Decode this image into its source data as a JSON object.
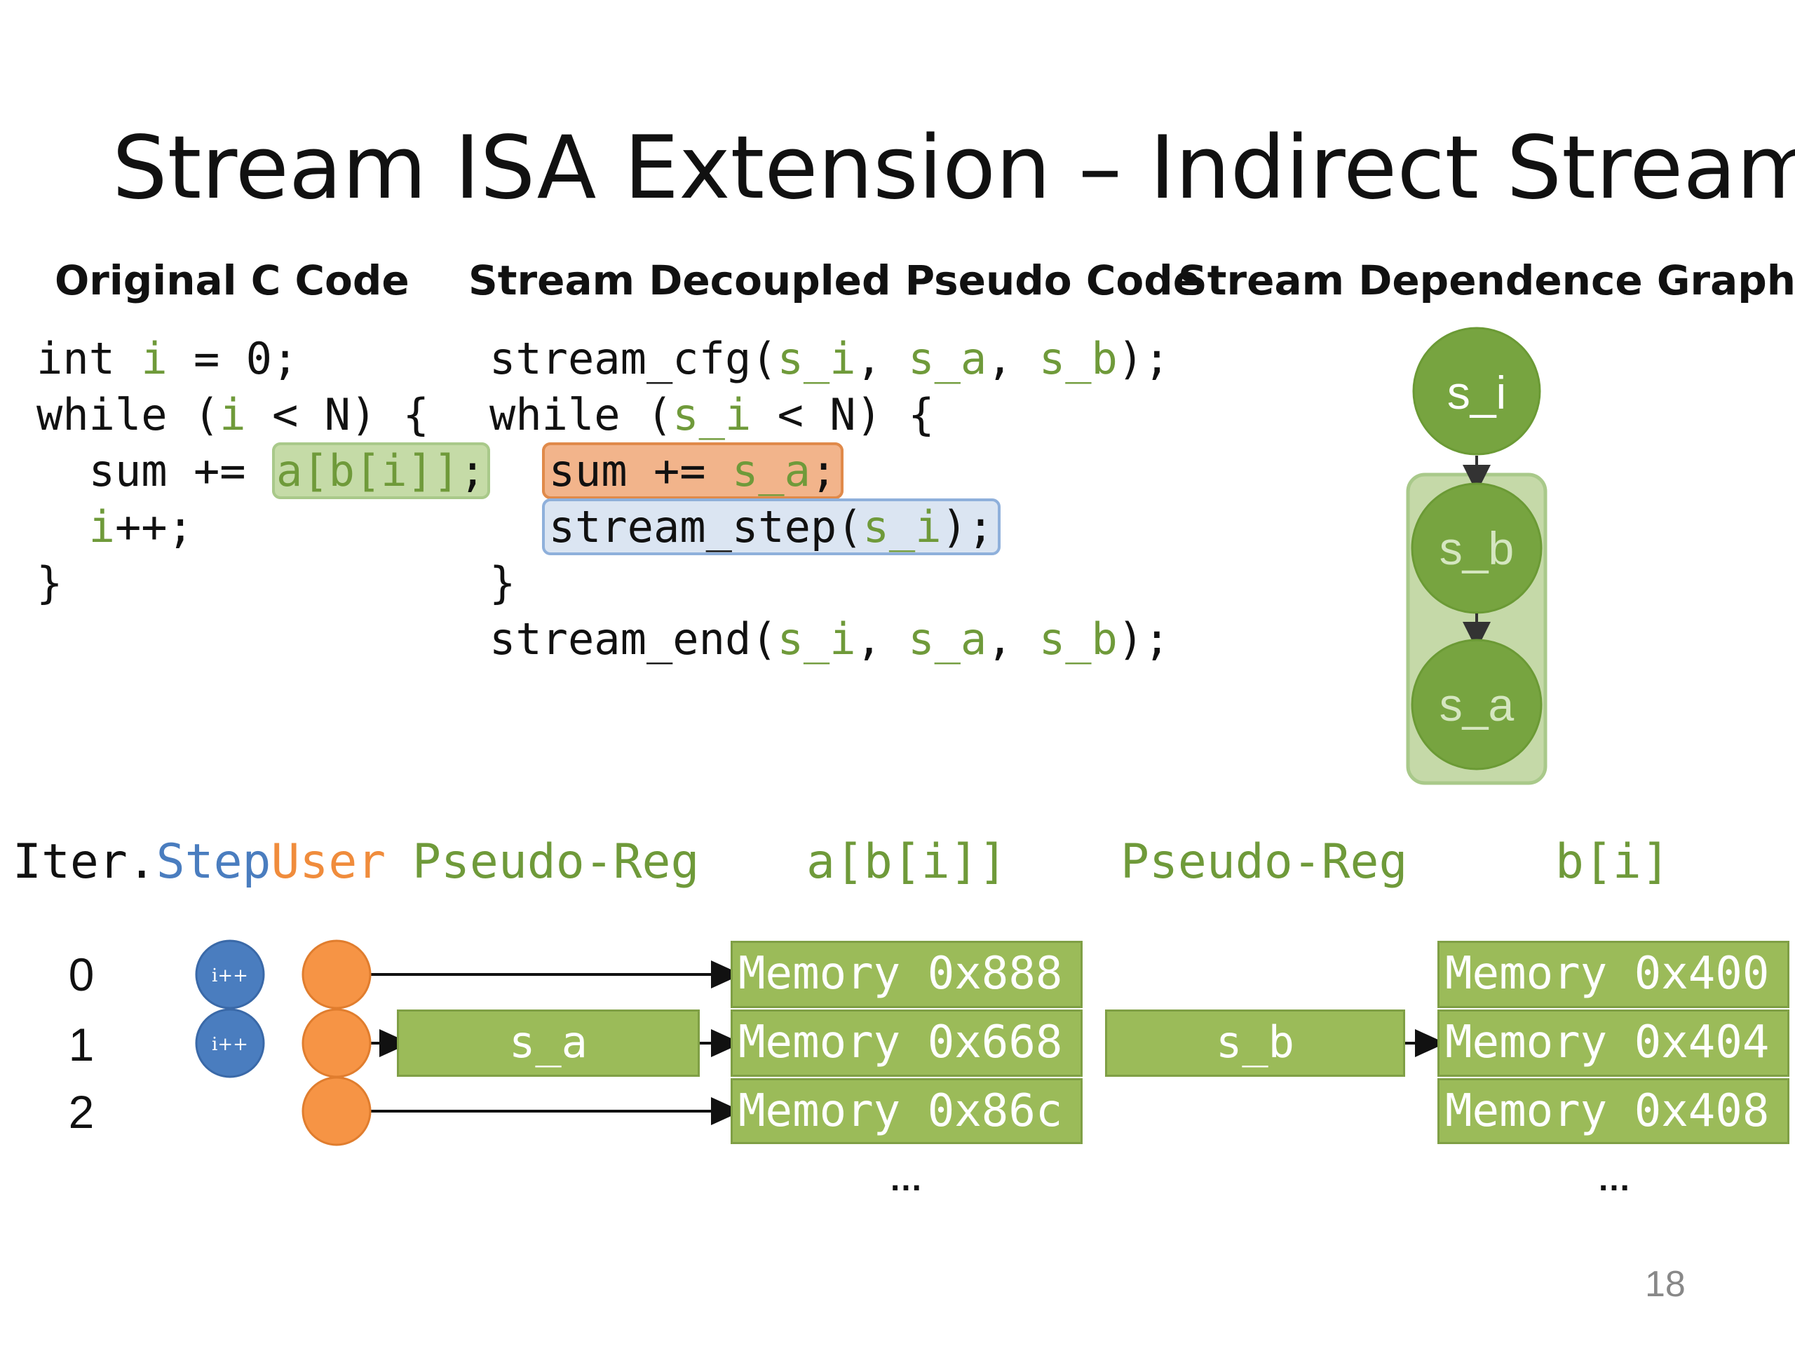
{
  "slide": {
    "title": "Stream ISA Extension – Indirect Stream",
    "page_number": "18"
  },
  "headers": {
    "c_code": "Original C Code",
    "pseudo_code": "Stream Decoupled Pseudo Code",
    "graph": "Stream Dependence Graph"
  },
  "graph": {
    "nodes": [
      "s_i",
      "s_b",
      "s_a"
    ],
    "colors": {
      "node": "#77a440",
      "group": "#c5d9a8"
    }
  },
  "table": {
    "headers": {
      "iter": "Iter.",
      "step": "Step",
      "user": "User",
      "pseudo_reg_a": "Pseudo-Reg",
      "a_expr": "a[b[i]]",
      "pseudo_reg_b": "Pseudo-Reg",
      "b_expr": "b[i]"
    },
    "iterations": [
      "0",
      "1",
      "2"
    ],
    "step_label": "i++",
    "reg_a": "s_a",
    "reg_b": "s_b",
    "a_cells": [
      "Memory 0x888",
      "Memory 0x668",
      "Memory 0x86c"
    ],
    "b_cells": [
      "Memory 0x400",
      "Memory 0x404",
      "Memory 0x408"
    ],
    "ellipsis": "…",
    "colors": {
      "step": "#4a7dbf",
      "user": "#f08c3c",
      "cell": "#9bbb59"
    }
  }
}
